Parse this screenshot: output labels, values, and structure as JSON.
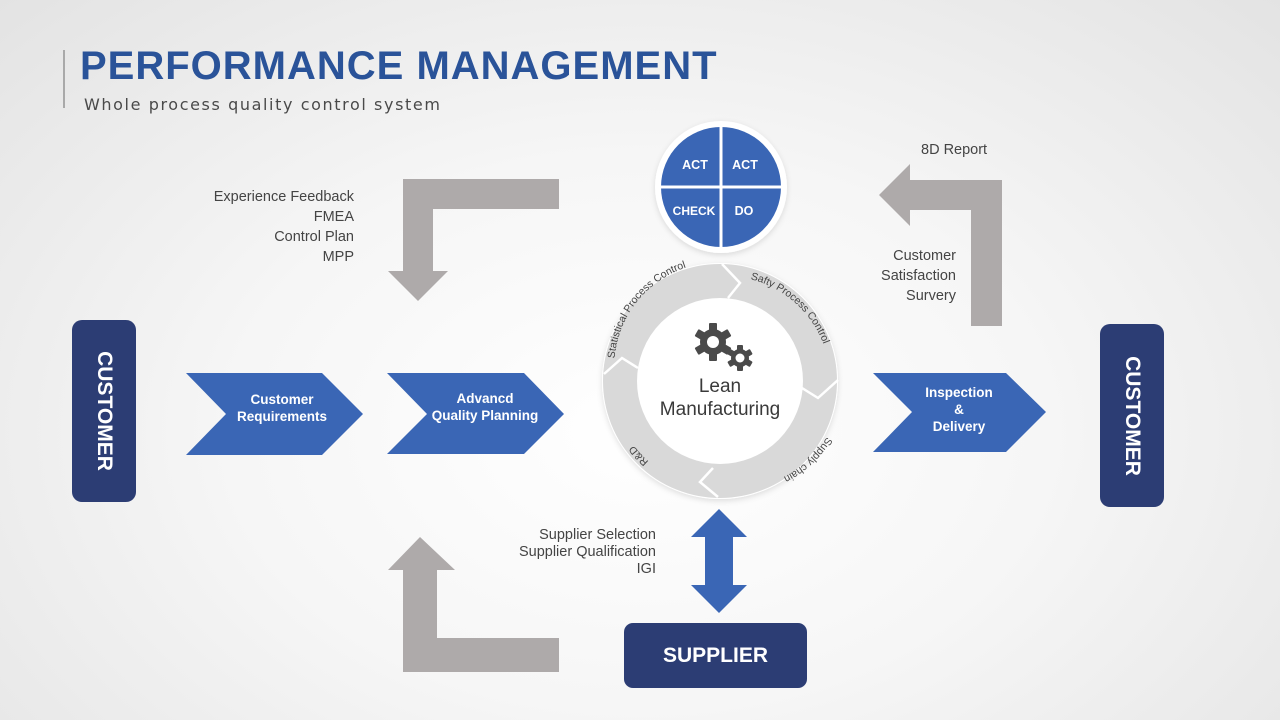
{
  "header": {
    "title": "PERFORMANCE MANAGEMENT",
    "subtitle": "Whole process quality control system"
  },
  "colors": {
    "title_blue": "#2a5399",
    "chevron_blue": "#3a66b5",
    "navy_box": "#2c3d74",
    "gray_arrow": "#aeaaaa",
    "ring_gray": "#d9d9d9",
    "gear_dark": "#4a4a4a"
  },
  "pdca": {
    "top_left": "ACT",
    "top_right": "ACT",
    "bottom_left": "CHECK",
    "bottom_right": "DO"
  },
  "cycle": {
    "center_line1": "Lean",
    "center_line2": "Manufacturing",
    "segments": {
      "statistical": "Statistical Process Control",
      "safety": "Safty Process Control",
      "supply": "Supply chain",
      "rnd": "R&D"
    }
  },
  "left_customer": {
    "label": "CUSTOMER"
  },
  "right_customer": {
    "label": "CUSTOMER"
  },
  "chevrons": {
    "customer_requirements": {
      "line1": "Customer",
      "line2": "Requirements"
    },
    "aqp": {
      "line1": "Advancd",
      "line2": "Quality Planning"
    },
    "inspection": {
      "line1": "Inspection",
      "line2": "&",
      "line3": "Delivery"
    }
  },
  "notes": {
    "planning_inputs": [
      "Experience Feedback",
      "FMEA",
      "Control Plan",
      "MPP"
    ],
    "report": "8D Report",
    "survey": [
      "Customer",
      "Satisfaction",
      "Survery"
    ],
    "supplier_items": [
      "Supplier Selection",
      "Supplier Qualification",
      "IGI"
    ]
  },
  "supplier": {
    "label": "SUPPLIER"
  }
}
